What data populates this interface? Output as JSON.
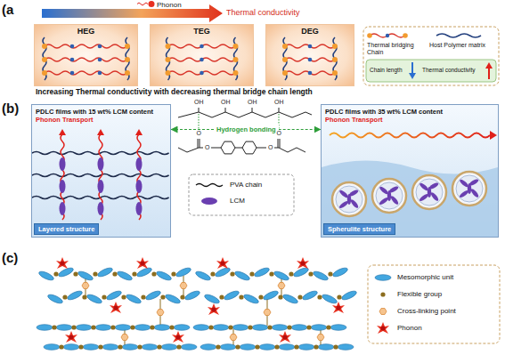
{
  "diagram": {
    "nodes": [
      {
        "text": [
          "HEG"
        ]
      },
      {
        "text": [
          "TEG"
        ]
      },
      {
        "text": [
          "DEG"
        ]
      },
      {
        "text": [
          "PDLC films with 15 wt% LCM content",
          "Phonon Transport"
        ]
      },
      {
        "text": [
          "Layered structure"
        ],
        "in": 3
      },
      {
        "text": [
          "Hydrogen bonding"
        ]
      },
      {
        "text": [
          "PDLC films with 35 wt% LCM content",
          "Phonon Transport"
        ]
      },
      {
        "text": [
          "Spherulite structure"
        ],
        "in": 6
      }
    ],
    "edges": [
      {
        "from": 5,
        "to": 3,
        "arrow": "to"
      },
      {
        "from": 5,
        "to": 6,
        "arrow": "to"
      }
    ],
    "labels": [
      "(a",
      "Phonon",
      "Thermal conductivity",
      "Increasing Thermal conductivity with decreasing thermal bridge chain length",
      "(b)",
      "OH",
      "OH",
      "OH",
      "OH",
      "O",
      "O",
      "O",
      "O",
      "(c)"
    ],
    "legend": [
      {
        "text": "Thermal bridging Chain"
      },
      {
        "text": "Host Polymer matrix"
      },
      {
        "text": "Chain length"
      },
      {
        "text": "Thermal conductivity"
      },
      {
        "text": "PVA chain"
      },
      {
        "text": "LCM"
      },
      {
        "text": "Mesomorphic unit"
      },
      {
        "text": "Flexible group"
      },
      {
        "text": "Cross-linking point"
      },
      {
        "text": "Phonon"
      }
    ]
  }
}
